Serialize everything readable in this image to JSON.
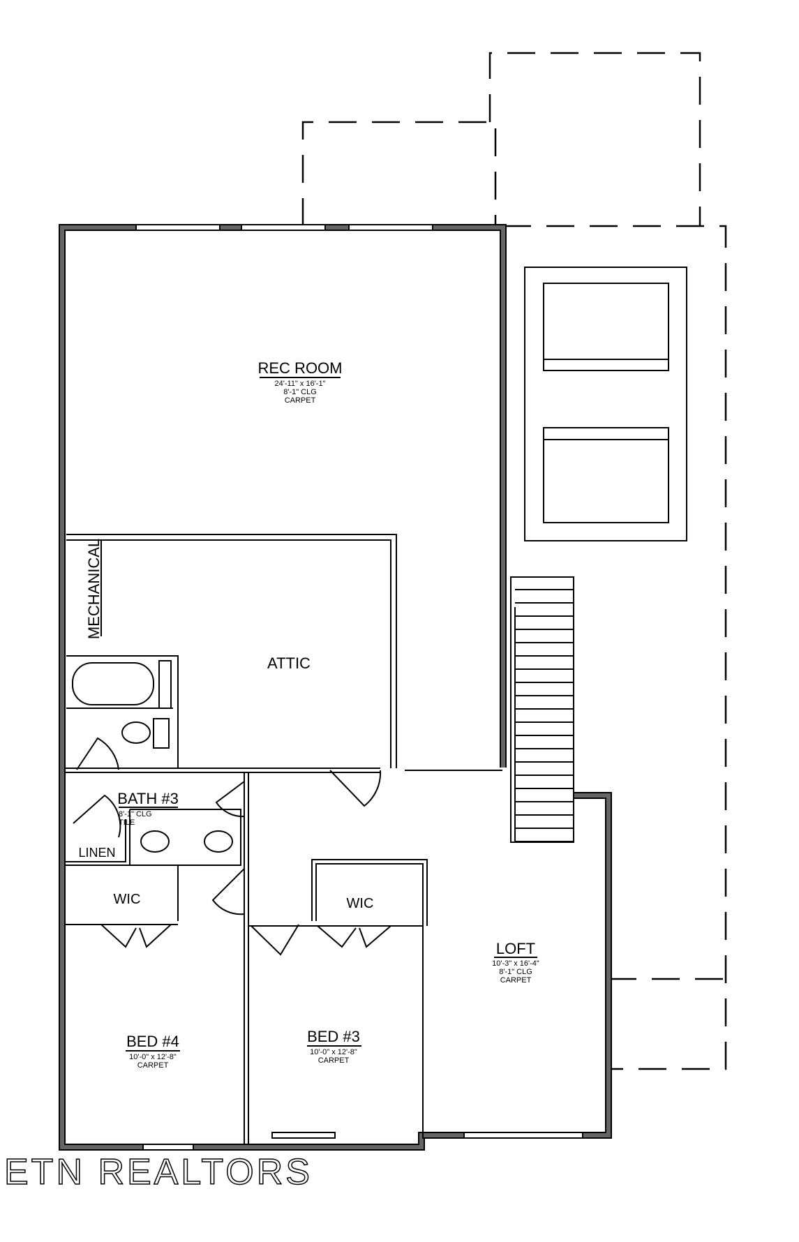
{
  "rooms": {
    "rec_room": {
      "name": "REC ROOM",
      "dims": "24'-11\" x 16'-1\"",
      "ceiling": "8'-1\" CLG",
      "floor": "CARPET"
    },
    "mechanical": {
      "name": "MECHANICAL"
    },
    "attic": {
      "name": "ATTIC"
    },
    "bath3": {
      "name": "BATH #3",
      "ceiling": "8'-1\" CLG",
      "floor": "TILE"
    },
    "linen": {
      "name": "LINEN"
    },
    "wic_left": {
      "name": "WIC"
    },
    "wic_right": {
      "name": "WIC"
    },
    "loft": {
      "name": "LOFT",
      "dims": "10'-3\" x 16'-4\"",
      "ceiling": "8'-1\" CLG",
      "floor": "CARPET"
    },
    "bed4": {
      "name": "BED #4",
      "dims": "10'-0\" x 12'-8\"",
      "floor": "CARPET"
    },
    "bed3": {
      "name": "BED #3",
      "dims": "10'-0\" x 12'-8\"",
      "floor": "CARPET"
    }
  },
  "watermark": "ETN REALTORS"
}
